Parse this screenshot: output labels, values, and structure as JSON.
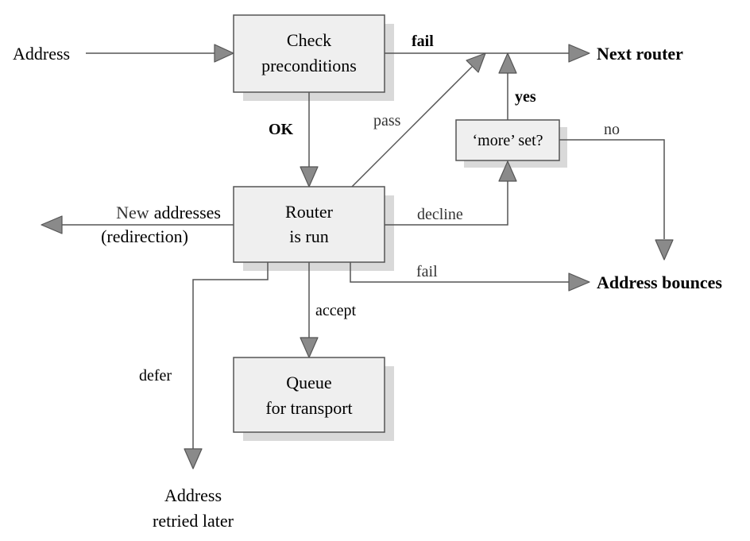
{
  "colors": {
    "box_fill": "#efefef",
    "box_shadow": "#d9d9d9",
    "line": "#555555",
    "arrowhead": "#8a8a8a"
  },
  "nodes": {
    "check": {
      "line1": "Check",
      "line2": "preconditions"
    },
    "router": {
      "line1": "Router",
      "line2": "is run"
    },
    "queue": {
      "line1": "Queue",
      "line2": "for transport"
    },
    "more": {
      "label": "‘more’ set?"
    }
  },
  "terminals": {
    "address": "Address",
    "next_router": "Next router",
    "new_addresses_prefix": "New",
    "new_addresses_suffix": "addresses",
    "redirection": "(redirection)",
    "address_bounces": "Address bounces",
    "retried_line1": "Address",
    "retried_line2": "retried later"
  },
  "edge_labels": {
    "fail_top": "fail",
    "ok": "OK",
    "pass": "pass",
    "yes": "yes",
    "no": "no",
    "decline": "decline",
    "fail_bottom": "fail",
    "accept": "accept",
    "defer": "defer"
  }
}
